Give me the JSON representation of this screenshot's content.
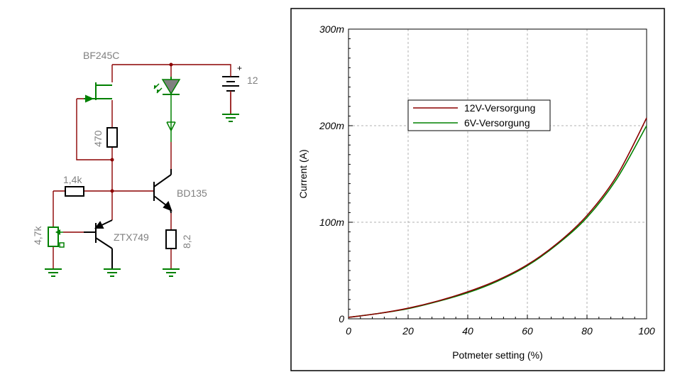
{
  "schematic": {
    "labels": {
      "jfet": "BF245C",
      "battery_sign": "+",
      "battery_voltage": "12",
      "r_470": "470",
      "r_1k4": "1,4k",
      "pot": "4,7k",
      "bd135": "BD135",
      "ztx749": "ZTX749",
      "r_8_2": "8,2"
    },
    "colors": {
      "wire": "#8b0000",
      "component": "#000000",
      "ground": "#008000",
      "label": "#808080"
    },
    "icons": [
      "battery-icon",
      "led-icon",
      "jfet-icon",
      "npn-transistor-icon",
      "pnp-transistor-icon",
      "resistor-icon",
      "potentiometer-icon",
      "ground-icon"
    ]
  },
  "chart_data": {
    "type": "line",
    "title": "",
    "xlabel": "Potmeter setting (%)",
    "ylabel": "Current (A)",
    "xlim": [
      0,
      100
    ],
    "ylim": [
      0,
      0.3
    ],
    "xticks": [
      0,
      20,
      40,
      60,
      80,
      100
    ],
    "xtick_labels": [
      "0",
      "20",
      "40",
      "60",
      "80",
      "100"
    ],
    "yticks": [
      0,
      0.1,
      0.2,
      0.3
    ],
    "ytick_labels": [
      "0",
      "100m",
      "200m",
      "300m"
    ],
    "grid": true,
    "legend_position": "upper-center",
    "series": [
      {
        "name": "12V-Versorgung",
        "color": "#8b0000",
        "x": [
          0,
          10,
          20,
          30,
          40,
          50,
          60,
          70,
          80,
          90,
          100
        ],
        "y": [
          0.0015,
          0.0055,
          0.011,
          0.0185,
          0.028,
          0.04,
          0.056,
          0.078,
          0.107,
          0.148,
          0.208
        ]
      },
      {
        "name": "6V-Versorgung",
        "color": "#008000",
        "x": [
          0,
          10,
          20,
          30,
          40,
          50,
          60,
          70,
          80,
          90,
          100
        ],
        "y": [
          0.0015,
          0.0055,
          0.0105,
          0.018,
          0.027,
          0.039,
          0.055,
          0.077,
          0.105,
          0.145,
          0.2
        ]
      }
    ]
  }
}
